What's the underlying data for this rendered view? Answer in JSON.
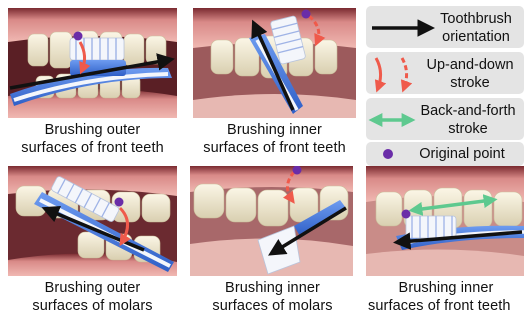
{
  "panels": {
    "p1": {
      "caption_line1": "Brushing outer",
      "caption_line2": "surfaces of front teeth"
    },
    "p2": {
      "caption_line1": "Brushing inner",
      "caption_line2": "surfaces of front teeth"
    },
    "p3": {
      "caption_line1": "Brushing outer",
      "caption_line2": "surfaces of molars"
    },
    "p4": {
      "caption_line1": "Brushing inner",
      "caption_line2": "surfaces of molars"
    },
    "p5": {
      "caption_line1": "Brushing inner",
      "caption_line2": "surfaces of front teeth"
    }
  },
  "legend": {
    "orientation": {
      "line1": "Toothbrush",
      "line2": "orientation"
    },
    "up_down": {
      "line1": "Up-and-down",
      "line2": "stroke"
    },
    "back_forth": {
      "line1": "Back-and-forth",
      "line2": "stroke"
    },
    "point": {
      "label": "Original point"
    }
  },
  "colors": {
    "orientation_arrow": "#111111",
    "up_down_arrow": "#ef5a4b",
    "back_forth_arrow": "#5ec98f",
    "original_point": "#6a2da8",
    "legend_bg": "#e4e4e4",
    "brush_blue": "#4a7fe0",
    "brush_white": "#f4f6fb",
    "gum": "#e8a8a2",
    "mouth_dark": "#5a1f25",
    "tooth": "#efe7cf"
  }
}
